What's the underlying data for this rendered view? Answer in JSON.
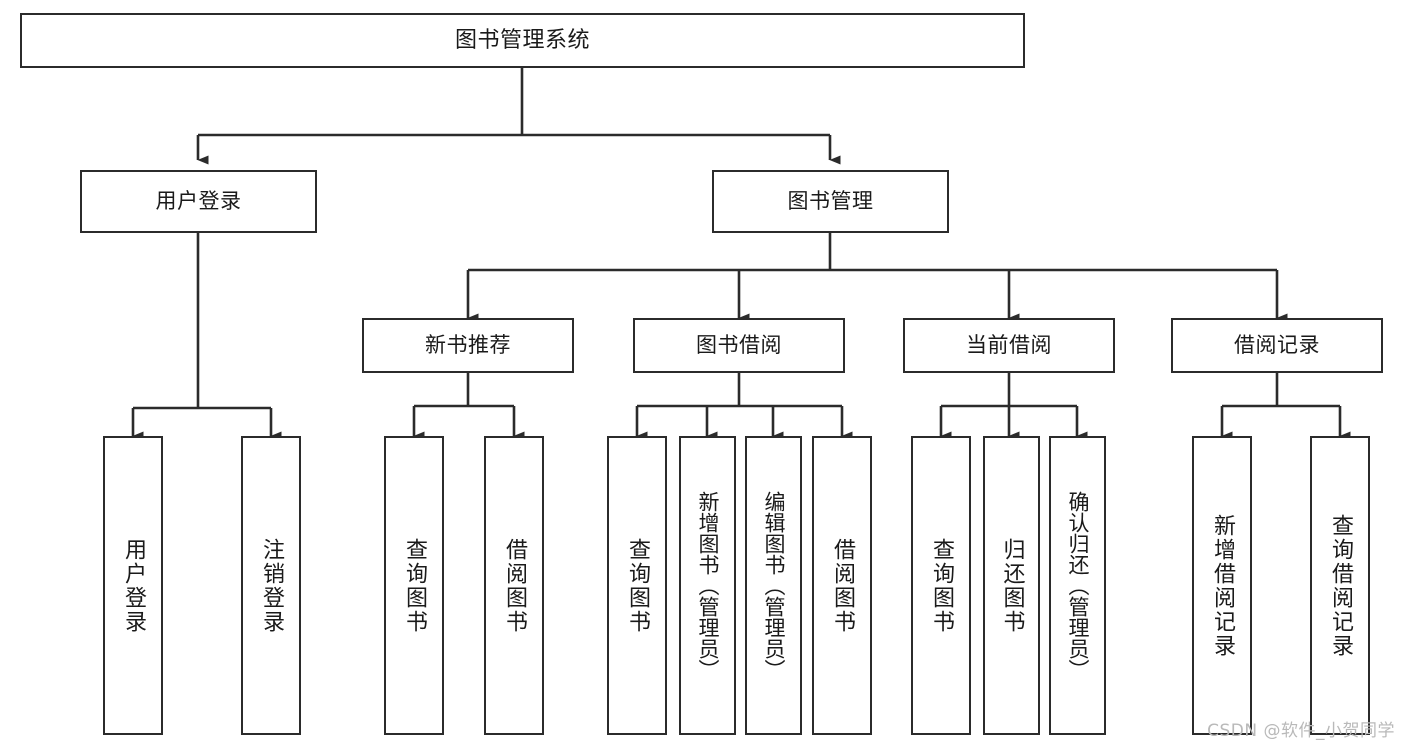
{
  "diagram": {
    "title": "图书管理系统",
    "type": "tree",
    "root": {
      "label": "图书管理系统"
    },
    "level1": [
      {
        "label": "用户登录"
      },
      {
        "label": "图书管理"
      }
    ],
    "level2": [
      {
        "label": "新书推荐"
      },
      {
        "label": "图书借阅"
      },
      {
        "label": "当前借阅"
      },
      {
        "label": "借阅记录"
      }
    ],
    "leaves": {
      "user_login": [
        {
          "label": "用户登录"
        },
        {
          "label": "注销登录"
        }
      ],
      "new_book": [
        {
          "label": "查询图书"
        },
        {
          "label": "借阅图书"
        }
      ],
      "book_borrow": [
        {
          "label": "查询图书"
        },
        {
          "label": "新增图书（管理员）"
        },
        {
          "label": "编辑图书（管理员）"
        },
        {
          "label": "借阅图书"
        }
      ],
      "current_borrow": [
        {
          "label": "查询图书"
        },
        {
          "label": "归还图书"
        },
        {
          "label": "确认归还（管理员）"
        }
      ],
      "borrow_record": [
        {
          "label": "新增借阅记录"
        },
        {
          "label": "查询借阅记录"
        }
      ]
    }
  },
  "watermark": {
    "text": "CSDN @软件_小贺同学"
  },
  "colors": {
    "stroke": "#2b2b2b",
    "background": "#ffffff",
    "text": "#1a1a1a",
    "watermark": "#b9b9b9"
  }
}
